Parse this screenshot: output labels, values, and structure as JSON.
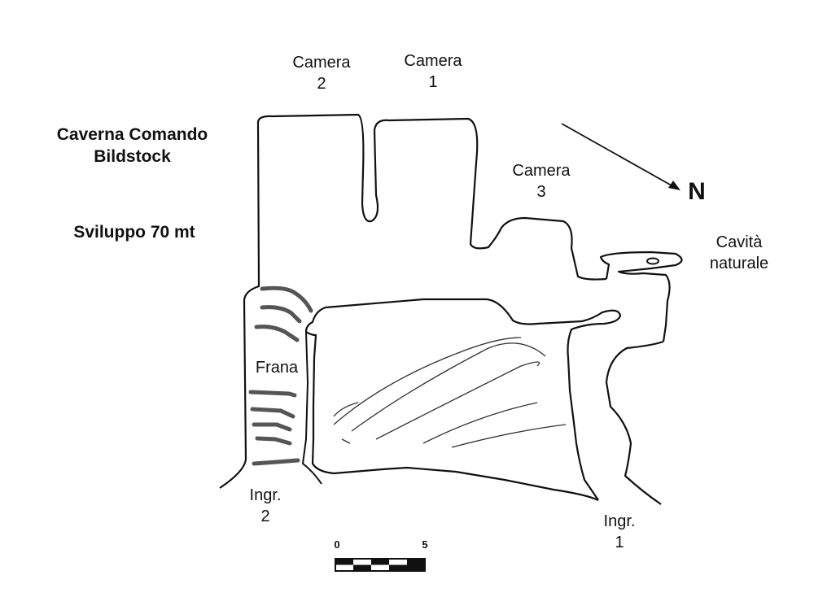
{
  "map": {
    "title": {
      "line1": "Caverna Comando",
      "line2": "Bildstock"
    },
    "development": "Sviluppo 70 mt",
    "north_label": "N",
    "chambers": [
      {
        "name": "Camera",
        "number": "2"
      },
      {
        "name": "Camera",
        "number": "1"
      },
      {
        "name": "Camera",
        "number": "3"
      }
    ],
    "natural_cavity": {
      "line1": "Cavità",
      "line2": "naturale"
    },
    "landslide_label": "Frana",
    "entrances": [
      {
        "name": "Ingr.",
        "number": "2"
      },
      {
        "name": "Ingr.",
        "number": "1"
      }
    ],
    "scale": {
      "start_label": "0",
      "end_label": "5"
    },
    "colors": {
      "ink": "#111111",
      "landslide": "#555555",
      "background": "#ffffff"
    }
  }
}
